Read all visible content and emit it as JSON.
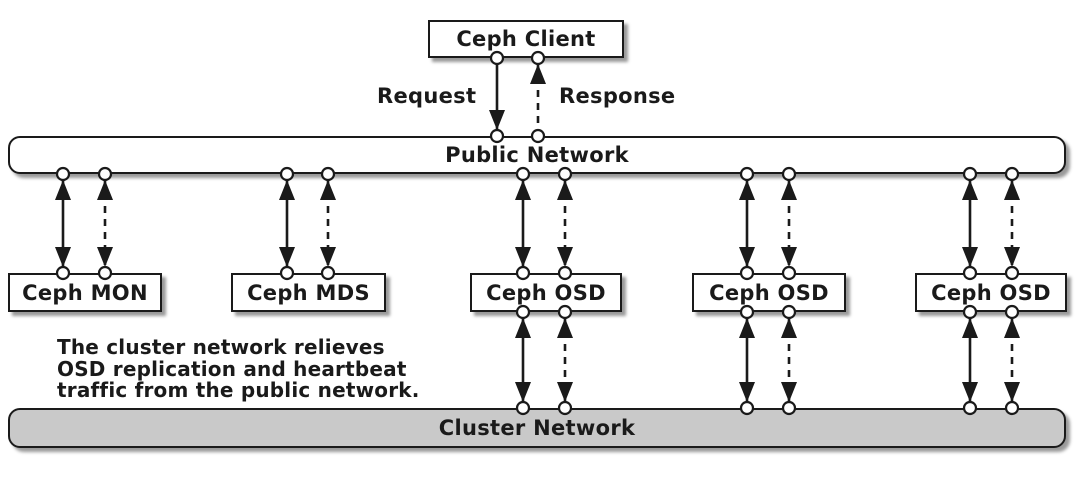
{
  "diagram": {
    "client": {
      "label": "Ceph Client"
    },
    "public_network": {
      "label": "Public Network"
    },
    "cluster_network": {
      "label": "Cluster Network"
    },
    "request_label": "Request",
    "response_label": "Response",
    "nodes": [
      {
        "id": "mon",
        "label": "Ceph MON"
      },
      {
        "id": "mds",
        "label": "Ceph MDS"
      },
      {
        "id": "osd1",
        "label": "Ceph OSD"
      },
      {
        "id": "osd2",
        "label": "Ceph OSD"
      },
      {
        "id": "osd3",
        "label": "Ceph OSD"
      }
    ],
    "note_lines": [
      "The cluster network relieves",
      "OSD replication and heartbeat",
      "traffic from the public network."
    ],
    "colors": {
      "line": "#1a1a1a",
      "node_fill": "#ffffff",
      "cluster_fill": "#c9c9c9",
      "background": "#ffffff",
      "text": "#1a1a1a"
    }
  }
}
